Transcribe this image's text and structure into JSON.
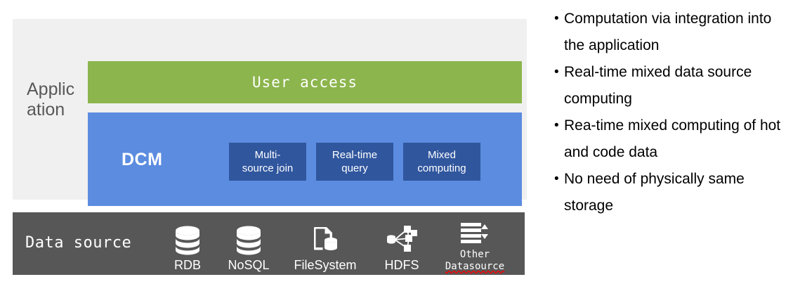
{
  "diagram": {
    "application": {
      "label": "Applic\nation",
      "panel_color": "#f0f0f0"
    },
    "user_access": {
      "label": "User access",
      "color": "#8cb54d"
    },
    "dcm": {
      "label": "DCM",
      "color": "#5b8ce0",
      "feature_color": "#30569e",
      "features": [
        {
          "label": "Multi-\nsource join",
          "name": "multi-source-join"
        },
        {
          "label": "Real-time\nquery",
          "name": "real-time-query"
        },
        {
          "label": "Mixed\ncomputing",
          "name": "mixed-computing"
        }
      ]
    },
    "data_source": {
      "title": "Data source",
      "color": "#575757",
      "items": [
        {
          "label": "RDB",
          "icon": "database-icon",
          "misspelled": false
        },
        {
          "label": "NoSQL",
          "icon": "database-icon",
          "misspelled": false
        },
        {
          "label": "FileSystem",
          "icon": "file-system-icon",
          "misspelled": false
        },
        {
          "label": "HDFS",
          "icon": "hdfs-cluster-icon",
          "misspelled": false
        },
        {
          "label_line1": "Other",
          "label_line2": "Datasource",
          "icon": "other-datasource-list-icon",
          "misspelled": true
        }
      ]
    }
  },
  "bullets": {
    "marker": "•",
    "items": [
      "Computation via integration into the application",
      "Real-time mixed data source computing",
      "Rea-time mixed computing of hot and code data",
      "No need of physically same storage"
    ]
  }
}
